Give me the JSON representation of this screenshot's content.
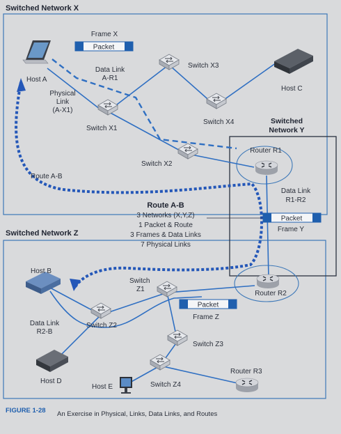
{
  "networks": {
    "x": "Switched Network X",
    "y_line1": "Switched",
    "y_line2": "Network Y",
    "z": "Switched Network Z"
  },
  "frames": {
    "frame_x": "Frame X",
    "frame_y": "Frame Y",
    "frame_z": "Frame Z",
    "packet": "Packet"
  },
  "devices": {
    "host_a": "Host A",
    "host_b": "Host B",
    "host_c": "Host C",
    "host_d": "Host D",
    "host_e": "Host E",
    "switch_x1": "Switch X1",
    "switch_x2": "Switch X2",
    "switch_x3": "Switch X3",
    "switch_x4": "Switch X4",
    "switch_z1_line1": "Switch",
    "switch_z1_line2": "Z1",
    "switch_z2": "Switch Z2",
    "switch_z3": "Switch Z3",
    "switch_z4": "Switch Z4",
    "router_r1": "Router R1",
    "router_r2": "Router R2",
    "router_r3": "Router R3"
  },
  "links": {
    "data_link_a_r1": [
      "Data Link",
      "A-R1"
    ],
    "physical_link_a_x1": [
      "Physical",
      "Link",
      "(A-X1)"
    ],
    "data_link_r1_r2": [
      "Data Link",
      "R1-R2"
    ],
    "data_link_r2_b": [
      "Data Link",
      "R2-B"
    ],
    "route_a_b": "Route A-B"
  },
  "route_summary": {
    "title": "Route A-B",
    "lines": [
      "3 Networks (X,Y,Z)",
      "1 Packet & Route",
      "3 Frames & Data Links",
      "7 Physical Links"
    ]
  },
  "caption": {
    "figure": "FIGURE 1-28",
    "text": "An Exercise in Physical, Links, Data Links, and Routes"
  },
  "colors": {
    "page": "#d9dadc",
    "network_border": "#3d78b8",
    "link_blue": "#2f6fc2",
    "route_dashed": "#2457b8",
    "frame_fill": "#1f5fae",
    "caption_blue": "#1f5fae"
  },
  "icons": [
    "laptop-icon",
    "switch-icon",
    "router-icon",
    "server-box-icon",
    "desktop-icon"
  ]
}
